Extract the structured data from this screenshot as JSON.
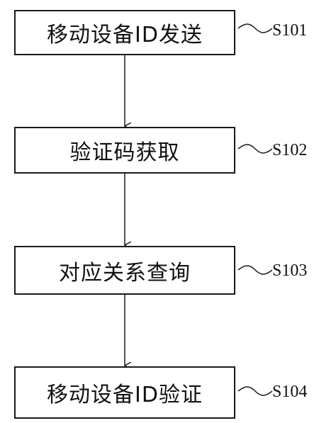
{
  "steps": [
    {
      "text": "移动设备ID发送",
      "code": "S101"
    },
    {
      "text": "验证码获取",
      "code": "S102"
    },
    {
      "text": "对应关系查询",
      "code": "S103"
    },
    {
      "text": "移动设备ID验证",
      "code": "S104"
    }
  ],
  "colors": {
    "line": "#1a1a1a",
    "text": "#111111",
    "background": "#ffffff"
  }
}
